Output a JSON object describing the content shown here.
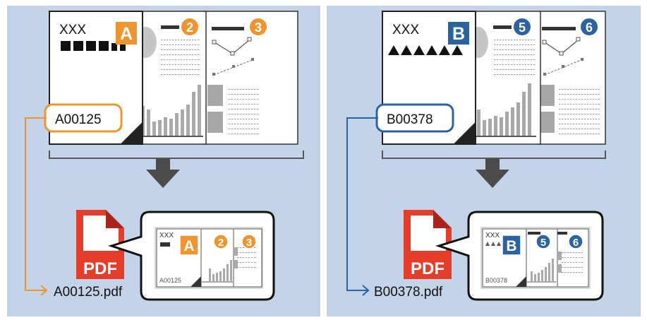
{
  "colors": {
    "background": "#c3d3e8",
    "orange": "#f0952e",
    "blue": "#2a63a0",
    "pdf_red": "#e63c2a",
    "arrow_gray": "#4b4b4b",
    "bar_gray": "#a8a8a8"
  },
  "left": {
    "doc_title": "XXX",
    "separator_letter": "A",
    "page2_number": "2",
    "page3_number": "3",
    "code_label": "A00125",
    "output_filename": "A00125.pdf",
    "pdf_label": "PDF",
    "thumb_title": "XXX",
    "thumb_code": "A00125",
    "thumb_letter": "A",
    "thumb_num1": "2",
    "thumb_num2": "3"
  },
  "right": {
    "doc_title": "XXX",
    "separator_letter": "B",
    "page2_number": "5",
    "page3_number": "6",
    "code_label": "B00378",
    "output_filename": "B00378.pdf",
    "pdf_label": "PDF",
    "thumb_title": "XXX",
    "thumb_code": "B00378",
    "thumb_letter": "B",
    "thumb_num1": "5",
    "thumb_num2": "6"
  },
  "icons": [
    "down-arrow-icon",
    "pdf-file-icon",
    "speech-bubble-icon",
    "connector-arrow-icon"
  ]
}
